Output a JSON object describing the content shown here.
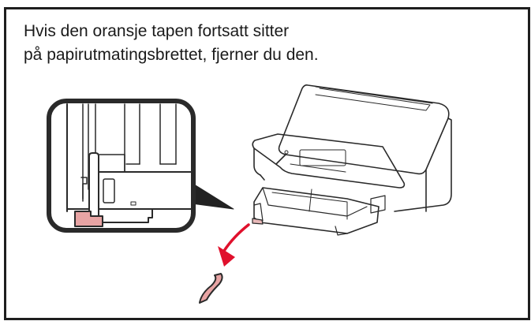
{
  "instruction": {
    "line1": "Hvis den oransje tapen fortsatt sitter",
    "line2": "på papirutmatingsbrettet, fjerner du den."
  },
  "illustration": {
    "inset": "closeup of paper output tray with orange tape",
    "main": "printer with paper output tray extended",
    "arrow": "red arrow pointing to removed tape",
    "tape": "removed orange protective tape strip"
  },
  "colors": {
    "border": "#1e1e1e",
    "tape": "#e8a4a4",
    "arrow": "#e0102c",
    "line": "#2a2a2a"
  }
}
